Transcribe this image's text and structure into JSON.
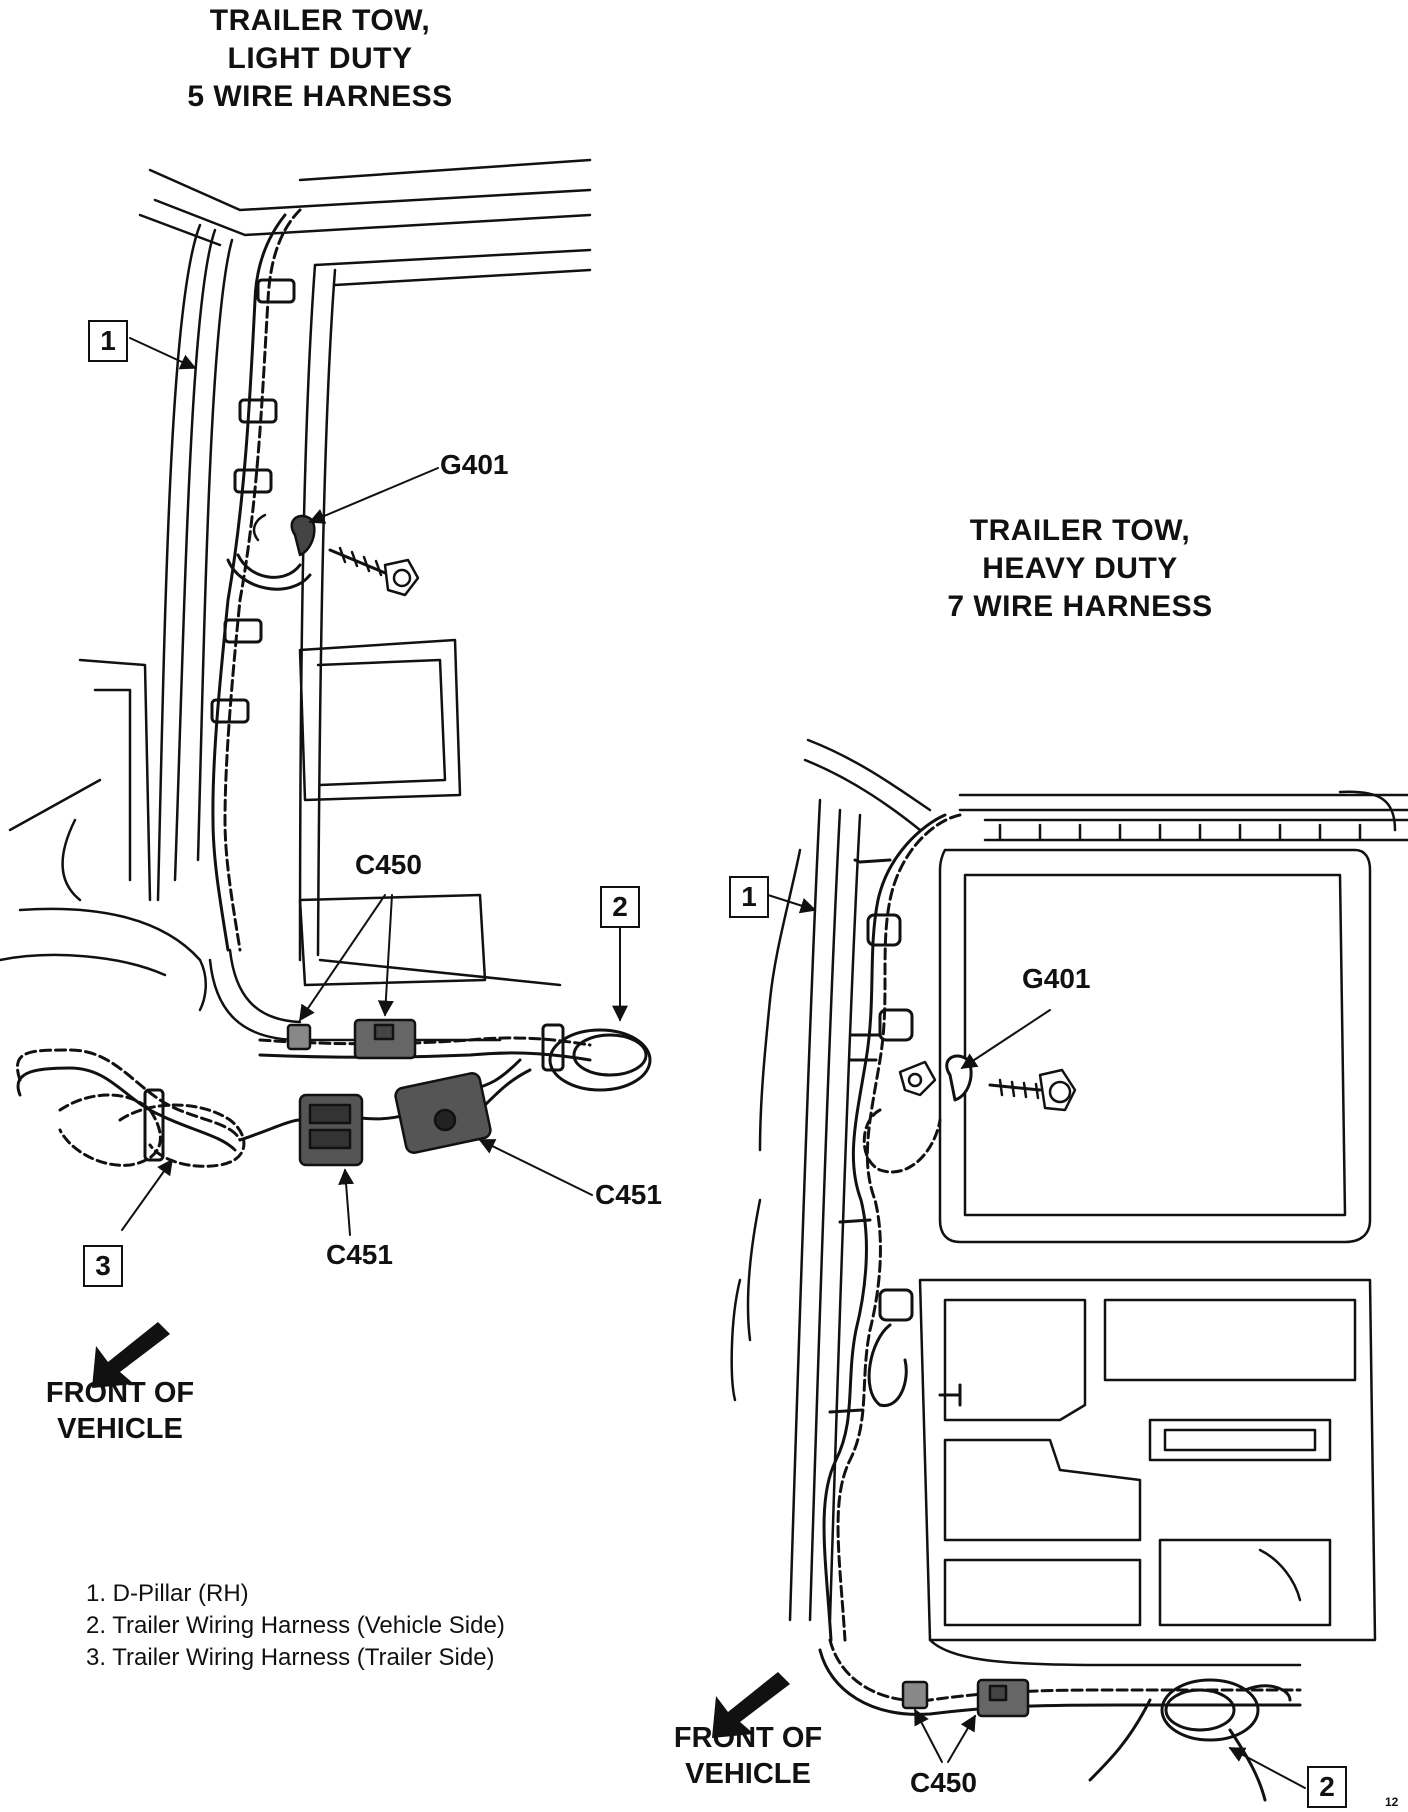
{
  "left": {
    "title_lines": [
      "TRAILER TOW,",
      "LIGHT DUTY",
      "5 WIRE HARNESS"
    ],
    "labels": {
      "g401": "G401",
      "c450": "C450",
      "c451_right": "C451",
      "c451_bottom": "C451"
    },
    "boxes": [
      "1",
      "2",
      "3"
    ],
    "front_lines": [
      "FRONT OF",
      "VEHICLE"
    ]
  },
  "right": {
    "title_lines": [
      "TRAILER TOW,",
      "HEAVY DUTY",
      "7 WIRE HARNESS"
    ],
    "labels": {
      "g401": "G401",
      "c450": "C450"
    },
    "boxes": [
      "1",
      "2"
    ],
    "front_lines": [
      "FRONT OF",
      "VEHICLE"
    ]
  },
  "legend": [
    "1.  D-Pillar (RH)",
    "2.  Trailer Wiring Harness (Vehicle Side)",
    "3.  Trailer Wiring Harness (Trailer Side)"
  ],
  "figure_number": "12"
}
